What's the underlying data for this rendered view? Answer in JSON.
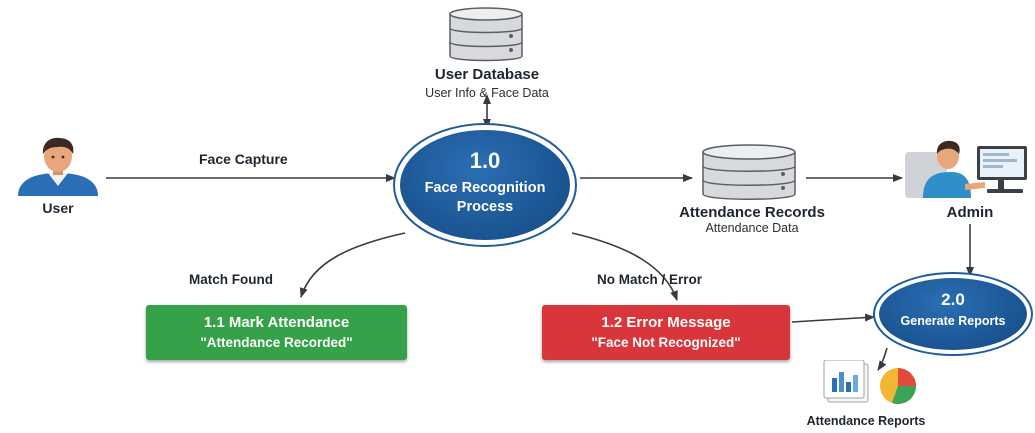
{
  "colors": {
    "process_blue": "#1f5d9e",
    "green": "#35a24a",
    "red": "#d9363b",
    "line": "#3a3a3a"
  },
  "external_entities": {
    "user": {
      "label": "User",
      "icon": "user-avatar-icon"
    },
    "admin": {
      "label": "Admin",
      "icon": "admin-workstation-icon"
    }
  },
  "data_stores": {
    "user_db": {
      "title": "User Database",
      "subtitle": "User Info & Face Data",
      "icon": "database-icon"
    },
    "attendance_records": {
      "title": "Attendance Records",
      "subtitle": "Attendance Data",
      "icon": "database-icon"
    }
  },
  "processes": {
    "p1": {
      "number": "1.0",
      "name_line1": "Face Recognition",
      "name_line2": "Process"
    },
    "p2": {
      "number": "2.0",
      "name": "Generate Reports"
    }
  },
  "outcomes": {
    "mark": {
      "title": "1.1 Mark Attendance",
      "message": "\"Attendance Recorded\""
    },
    "error": {
      "title": "1.2 Error Message",
      "message": "\"Face Not Recognized\""
    }
  },
  "flows": {
    "face_capture": "Face Capture",
    "match_found": "Match Found",
    "no_match": "No Match / Error"
  },
  "reports": {
    "label": "Attendance Reports",
    "icon": "report-chart-icon"
  }
}
